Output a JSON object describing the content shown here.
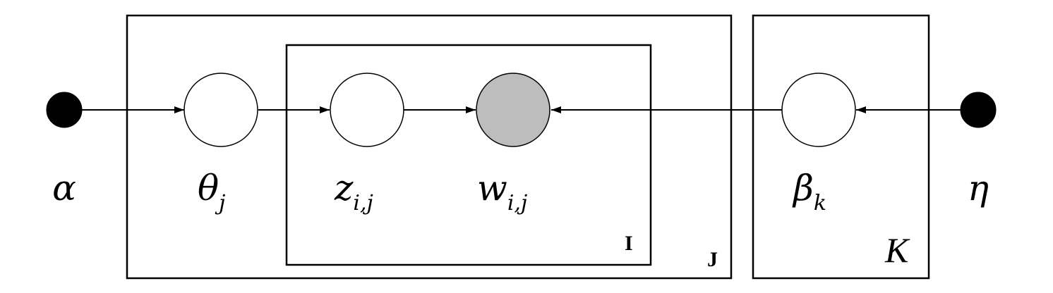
{
  "nodes": {
    "alpha": {
      "symbol": "α",
      "subscript": ""
    },
    "theta": {
      "symbol": "θ",
      "subscript": "j"
    },
    "z": {
      "symbol": "z",
      "subscript": "i,j"
    },
    "w": {
      "symbol": "w",
      "subscript": "i,j"
    },
    "beta": {
      "symbol": "β",
      "subscript": "k"
    },
    "eta": {
      "symbol": "η",
      "subscript": ""
    }
  },
  "plates": {
    "inner": {
      "label": "I"
    },
    "outer": {
      "label": "J"
    },
    "topic": {
      "label": "K"
    }
  },
  "colors": {
    "observed_fill": "#bdbdbd",
    "latent_fill": "#ffffff",
    "parameter_fill": "#000000",
    "stroke": "#000000"
  },
  "edges": [
    {
      "from": "alpha",
      "to": "theta"
    },
    {
      "from": "theta",
      "to": "z"
    },
    {
      "from": "z",
      "to": "w"
    },
    {
      "from": "beta",
      "to": "w"
    },
    {
      "from": "eta",
      "to": "beta"
    }
  ]
}
